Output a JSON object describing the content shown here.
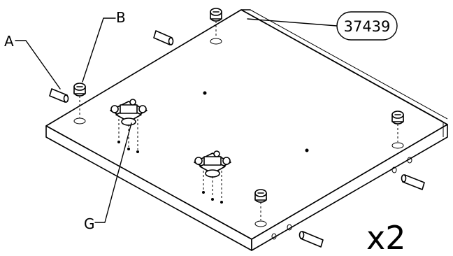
{
  "labels": {
    "a": "A",
    "b": "B",
    "g": "G"
  },
  "part_number": "37439",
  "quantity": "x2",
  "icons": {
    "dowel": "wooden-dowel-icon",
    "cam": "cam-lock-icon",
    "hinge": "hinge-plate-icon"
  }
}
